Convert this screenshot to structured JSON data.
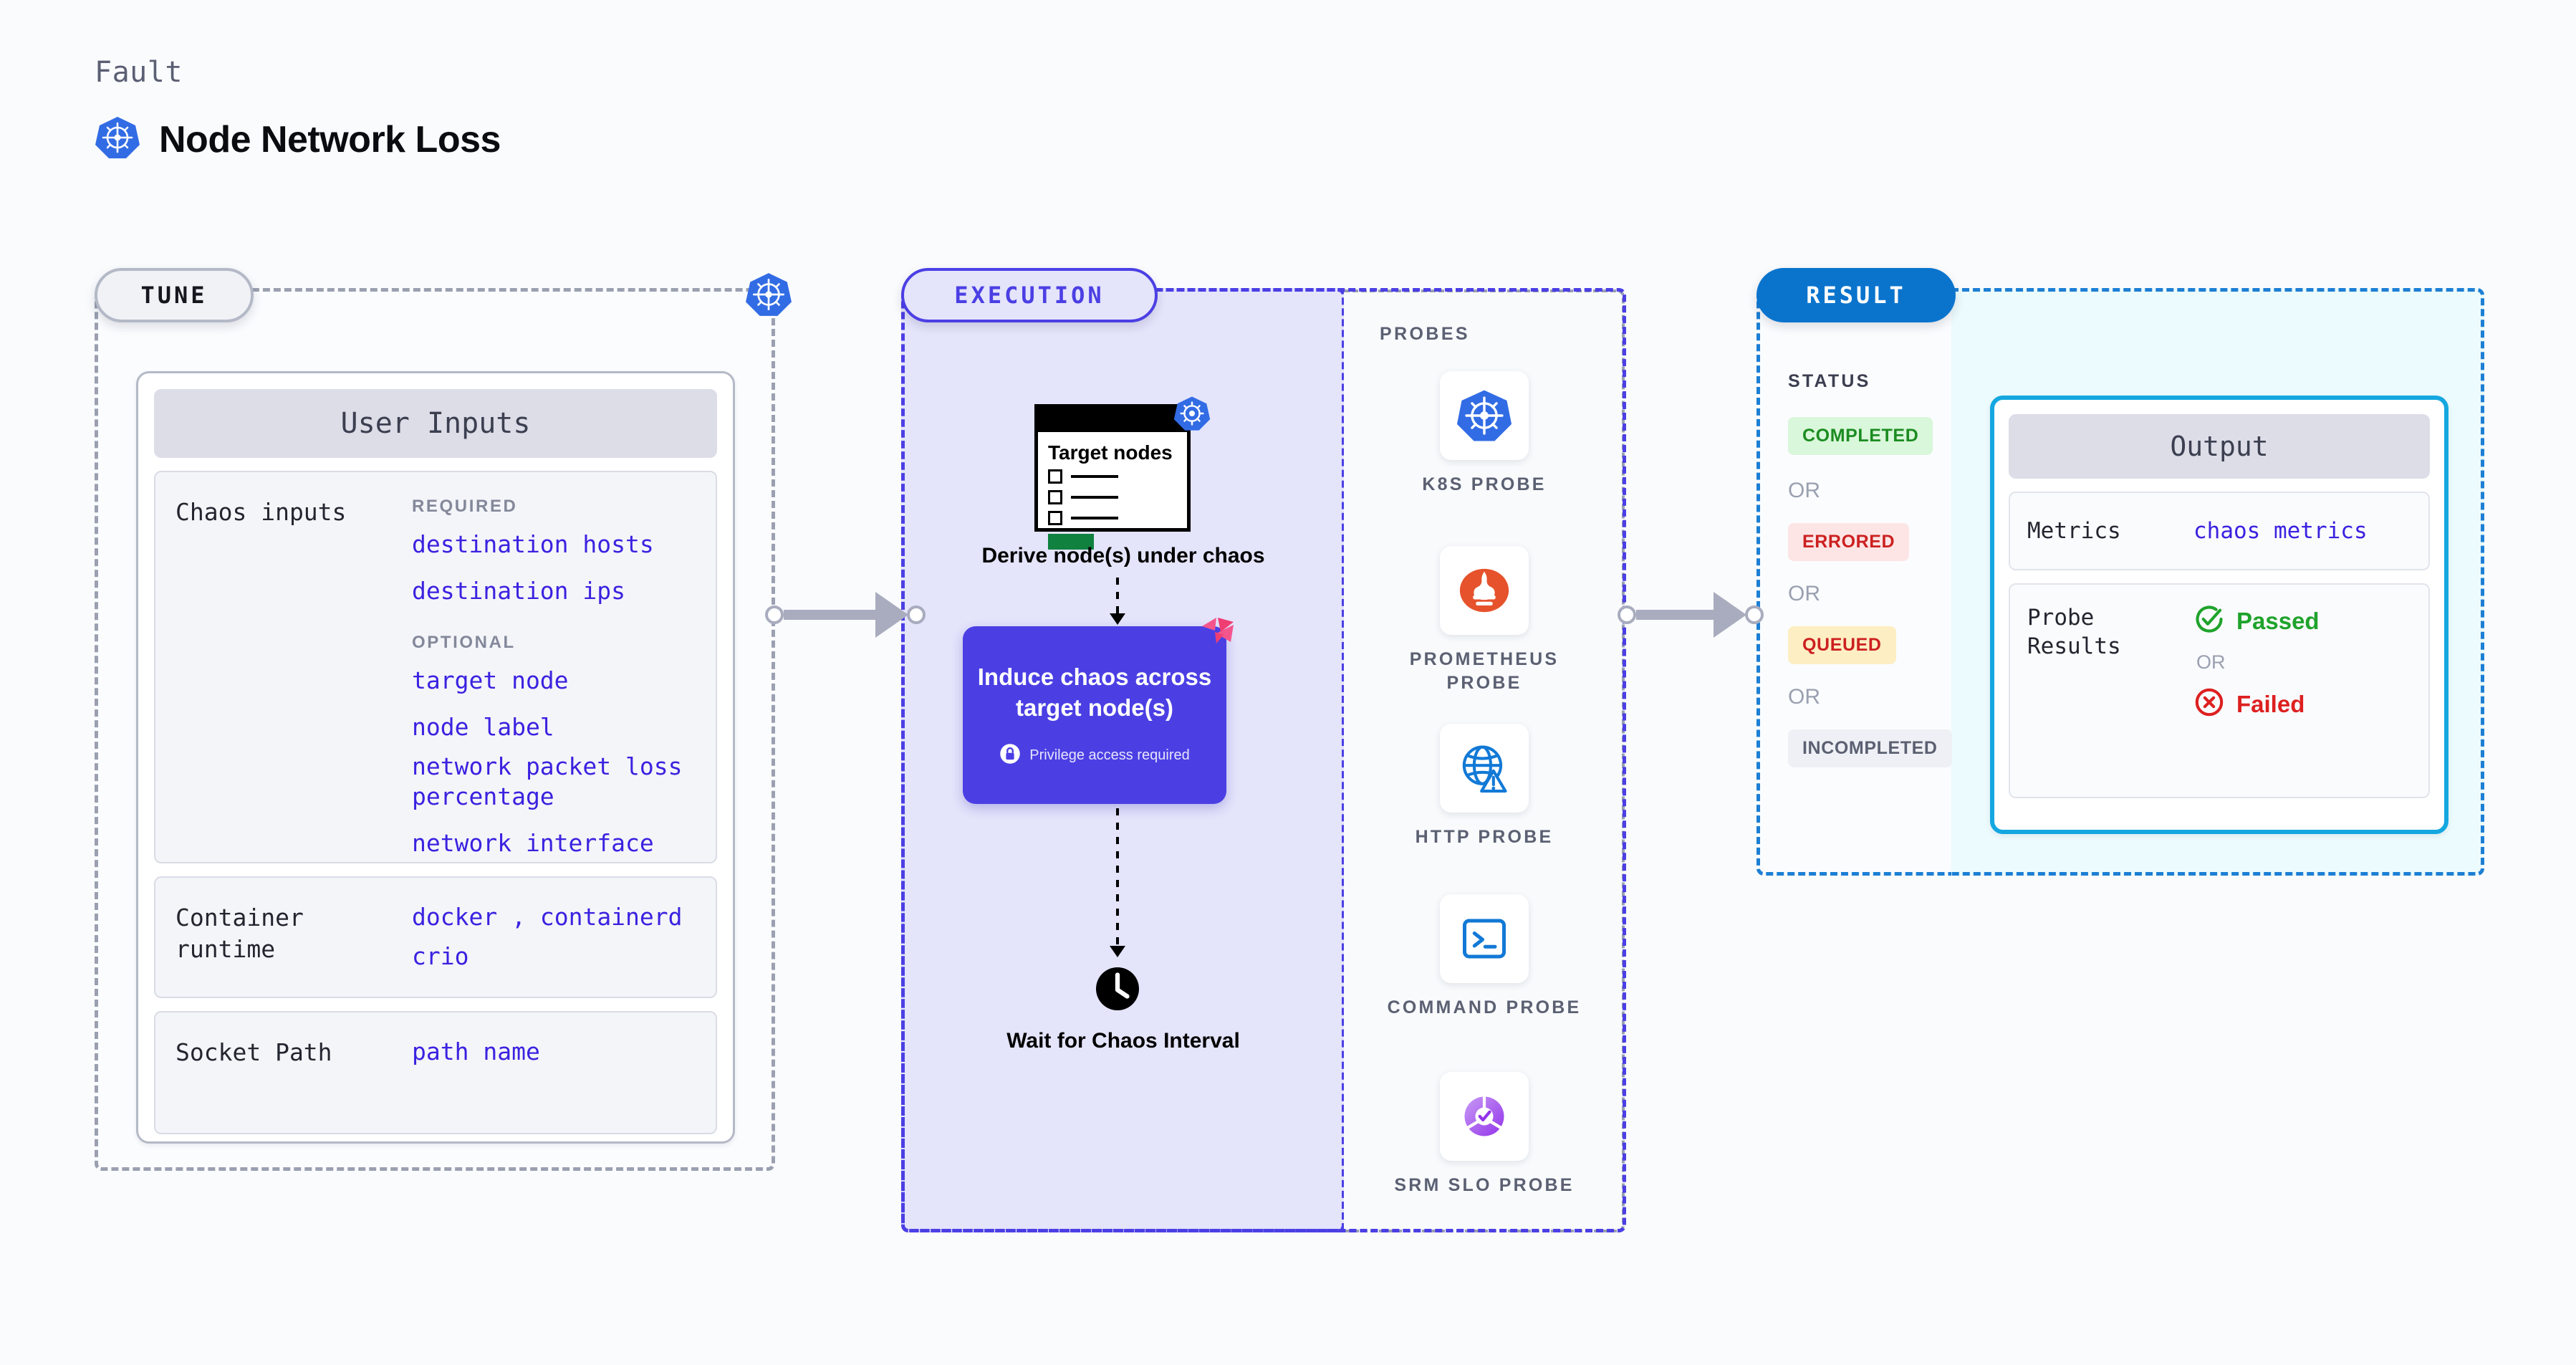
{
  "header": {
    "kicker": "Fault",
    "title": "Node Network Loss",
    "icon": "kubernetes-icon"
  },
  "stages": {
    "tune_label": "TUNE",
    "execution_label": "EXECUTION",
    "result_label": "RESULT"
  },
  "tune": {
    "card_title": "User Inputs",
    "rows": [
      {
        "label": "Chaos inputs",
        "groups": [
          {
            "title": "REQUIRED",
            "params": [
              "destination hosts",
              "destination ips"
            ]
          },
          {
            "title": "OPTIONAL",
            "params": [
              "target node",
              "node label",
              "network packet loss percentage",
              "network interface"
            ]
          }
        ]
      },
      {
        "label": "Container runtime",
        "params_line1": "docker",
        "params_comma": ",",
        "params_line1b": "containerd",
        "params_line2": "crio"
      },
      {
        "label": "Socket Path",
        "param": "path name"
      }
    ]
  },
  "execution": {
    "node_card": {
      "title": "Target nodes"
    },
    "step_derive": "Derive node(s) under chaos",
    "chaos_box": {
      "title": "Induce chaos across target node(s)",
      "privilege_note": "Privilege access required",
      "privilege_icon": "lock-icon",
      "corner_icon": "litmus-chaos-icon",
      "color": "#4b3fe4"
    },
    "step_wait": "Wait for Chaos Interval",
    "wait_icon": "clock-icon"
  },
  "probes": {
    "title": "PROBES",
    "items": [
      {
        "label": "K8S PROBE",
        "icon": "kubernetes-icon"
      },
      {
        "label": "PROMETHEUS PROBE",
        "icon": "prometheus-icon"
      },
      {
        "label": "HTTP PROBE",
        "icon": "globe-warning-icon"
      },
      {
        "label": "COMMAND PROBE",
        "icon": "terminal-icon"
      },
      {
        "label": "SRM SLO PROBE",
        "icon": "srm-slo-icon"
      }
    ]
  },
  "result": {
    "status_title": "STATUS",
    "or_label": "OR",
    "statuses": [
      {
        "label": "COMPLETED",
        "bg": "#d9f7da",
        "fg": "#1c8c21"
      },
      {
        "label": "ERRORED",
        "bg": "#fde5e5",
        "fg": "#cc2020"
      },
      {
        "label": "QUEUED",
        "bg": "#fdeec4",
        "fg": "#cc2020"
      },
      {
        "label": "INCOMPLETED",
        "bg": "#eef0f5",
        "fg": "#5b6072"
      }
    ],
    "output": {
      "card_title": "Output",
      "metrics_label": "Metrics",
      "metrics_value": "chaos metrics",
      "probe_results_label": "Probe Results",
      "passed_label": "Passed",
      "failed_label": "Failed",
      "or_label": "OR",
      "passed_icon": "check-circle-icon",
      "failed_icon": "x-circle-icon"
    }
  },
  "colors": {
    "accent_purple": "#4b3fe4",
    "accent_blue": "#0a74cd",
    "accent_cyan": "#14a7e0",
    "param_blue": "#3a22e0",
    "gray_dash": "#9aa0b0"
  }
}
